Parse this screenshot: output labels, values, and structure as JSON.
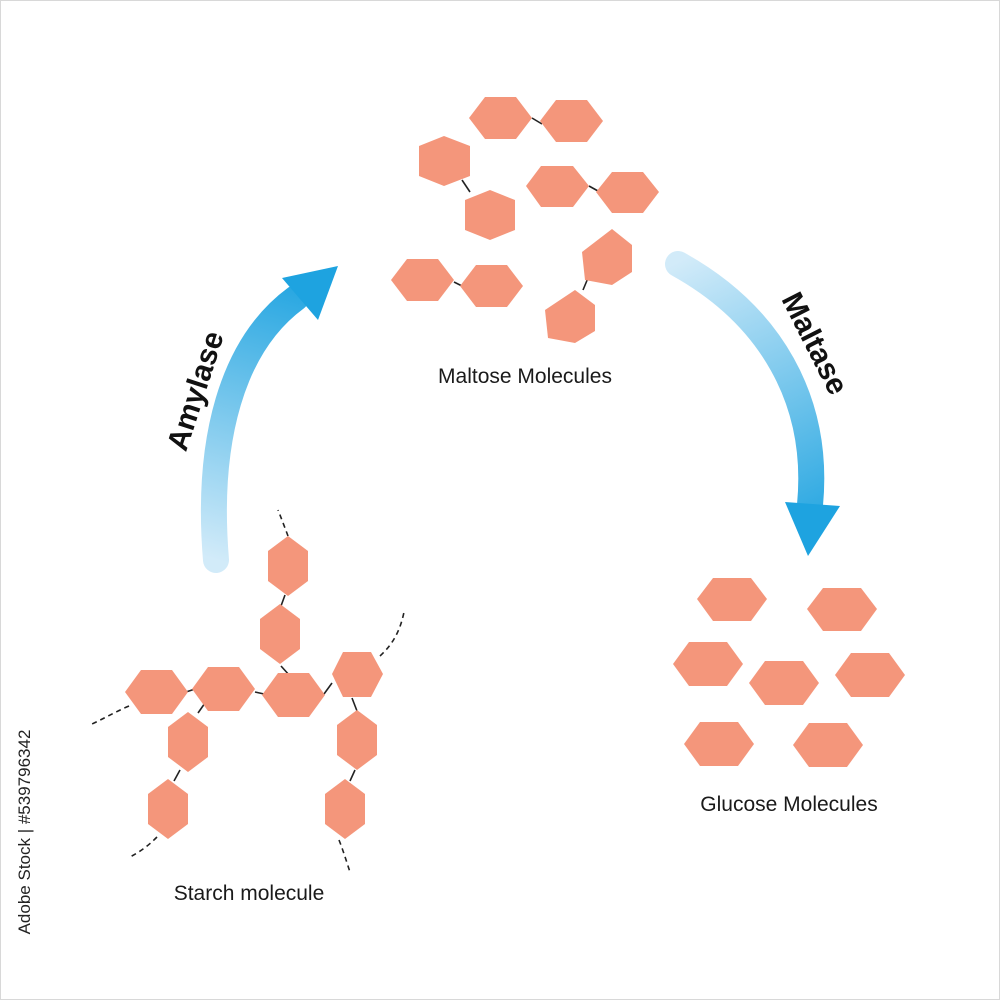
{
  "labels": {
    "starch": "Starch molecule",
    "maltose": "Maltose Molecules",
    "glucose": "Glucose Molecules"
  },
  "enzymes": {
    "first": "Amylase",
    "second": "Maltase"
  },
  "stock_text": "Adobe Stock | #539796342",
  "colors": {
    "molecule": "#f4967b",
    "arrow_dark": "#1ea3e0",
    "arrow_light": "#c6e6f7",
    "bond": "#222222"
  },
  "icons": {
    "arrow_amylase": "curved-arrow-up-right",
    "arrow_maltase": "curved-arrow-down-right",
    "glucose_unit": "hexagon"
  }
}
